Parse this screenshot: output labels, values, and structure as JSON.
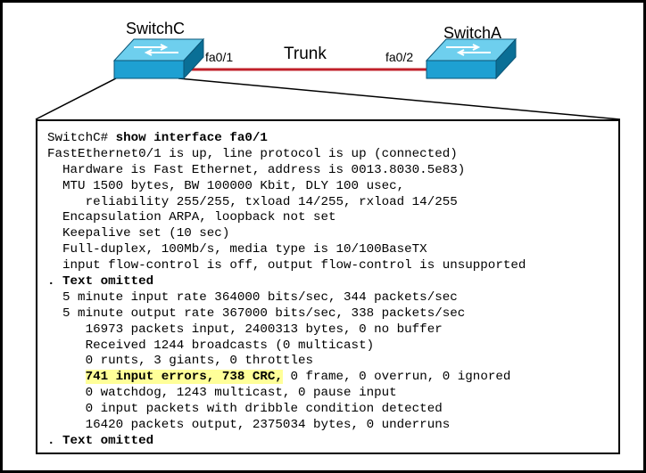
{
  "switch_left": {
    "name": "SwitchC",
    "port": "fa0/1"
  },
  "switch_right": {
    "name": "SwitchA",
    "port": "fa0/2"
  },
  "link": {
    "label": "Trunk",
    "color": "#c0202a"
  },
  "colors": {
    "switch_body": "#1ea0d2",
    "switch_top": "#6ecfee",
    "switch_side": "#0a6f96",
    "highlight": "#ffff99"
  },
  "terminal": {
    "prompt": "SwitchC# ",
    "command": "show interface fa0/1",
    "lines": [
      "FastEthernet0/1 is up, line protocol is up (connected)",
      "  Hardware is Fast Ethernet, address is 0013.8030.5e83)",
      "  MTU 1500 bytes, BW 100000 Kbit, DLY 100 usec,",
      "     reliability 255/255, txload 14/255, rxload 14/255",
      "  Encapsulation ARPA, loopback not set",
      "  Keepalive set (10 sec)",
      "  Full-duplex, 100Mb/s, media type is 10/100BaseTX",
      "  input flow-control is off, output flow-control is unsupported"
    ],
    "omitted_1": ". Text omitted",
    "lines2": [
      "  5 minute input rate 364000 bits/sec, 344 packets/sec",
      "  5 minute output rate 367000 bits/sec, 338 packets/sec",
      "     16973 packets input, 2400313 bytes, 0 no buffer",
      "     Received 1244 broadcasts (0 multicast)",
      "     0 runts, 3 giants, 0 throttles"
    ],
    "errors_indent": "     ",
    "errors_highlight": "741 input errors, 738 CRC,",
    "errors_rest": " 0 frame, 0 overrun, 0 ignored",
    "lines3": [
      "     0 watchdog, 1243 multicast, 0 pause input",
      "     0 input packets with dribble condition detected",
      "     16420 packets output, 2375034 bytes, 0 underruns"
    ],
    "omitted_2": ". Text omitted"
  }
}
